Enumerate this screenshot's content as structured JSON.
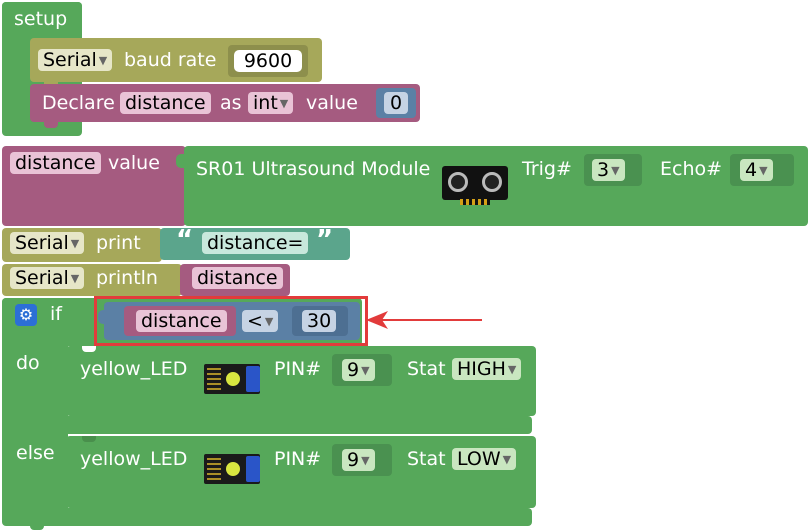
{
  "setup": {
    "title": "setup",
    "serial_baud": {
      "port": "Serial",
      "label": "baud rate",
      "value": "9600"
    },
    "declare": {
      "prefix": "Declare",
      "var": "distance",
      "as": "as",
      "type": "int",
      "value_label": "value",
      "value": "0"
    }
  },
  "assign": {
    "var": "distance",
    "value_label": "value",
    "module": "SR01 Ultrasound Module",
    "trig_label": "Trig#",
    "trig": "3",
    "echo_label": "Echo#",
    "echo": "4"
  },
  "print": {
    "port": "Serial",
    "label": "print",
    "open_quote": "“",
    "text": "distance=",
    "close_quote": "”"
  },
  "println": {
    "port": "Serial",
    "label": "println",
    "var": "distance"
  },
  "if_block": {
    "if_label": "if",
    "do_label": "do",
    "else_label": "else",
    "condition": {
      "var": "distance",
      "op": "<",
      "value": "30"
    },
    "do_led": {
      "name": "yellow_LED",
      "pin_label": "PIN#",
      "pin": "9",
      "stat_label": "Stat",
      "stat": "HIGH"
    },
    "else_led": {
      "name": "yellow_LED",
      "pin_label": "PIN#",
      "pin": "9",
      "stat_label": "Stat",
      "stat": "LOW"
    }
  },
  "colors": {
    "control": "#56a85a",
    "serial": "#a6a85a",
    "variable": "#a55b80",
    "math": "#5b80a5",
    "text": "#5ba58c",
    "highlight": "#e23b3b"
  }
}
